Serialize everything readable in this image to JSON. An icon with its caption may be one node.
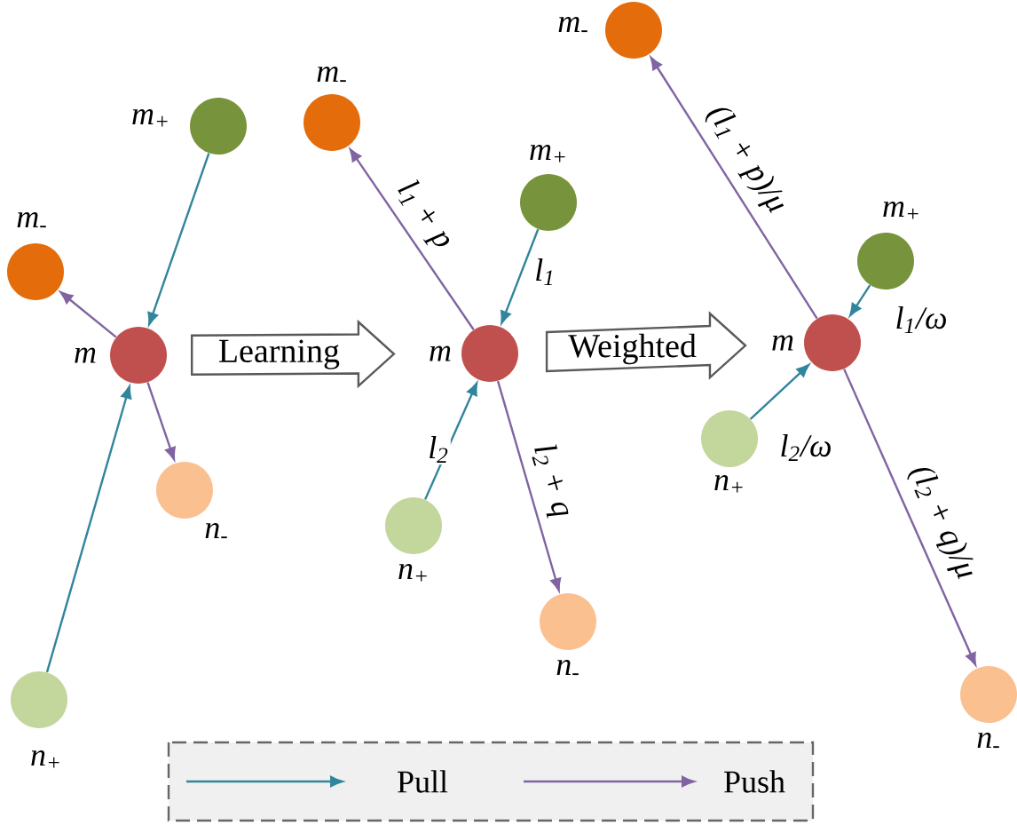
{
  "diagram": {
    "nodes": [
      {
        "text": [],
        "shape": "circle",
        "beside": [
          "m$_{+}$"
        ]
      },
      {
        "text": [],
        "shape": "circle",
        "beside": [
          "m$_{-}$"
        ]
      },
      {
        "text": [],
        "shape": "circle",
        "beside": [
          "m"
        ]
      },
      {
        "text": [],
        "shape": "circle",
        "beside": [
          "n$_{-}$"
        ]
      },
      {
        "text": [],
        "shape": "circle",
        "beside": [
          "n$_{+}$"
        ]
      },
      {
        "text": [],
        "shape": "circle",
        "beside": [
          "m$_{-}$"
        ]
      },
      {
        "text": [],
        "shape": "circle",
        "beside": [
          "m$_{+}$"
        ]
      },
      {
        "text": [],
        "shape": "circle",
        "beside": [
          "m"
        ]
      },
      {
        "text": [],
        "shape": "circle",
        "beside": [
          "n$_{+}$"
        ]
      },
      {
        "text": [],
        "shape": "circle",
        "beside": [
          "n$_{-}$"
        ]
      },
      {
        "text": [],
        "shape": "circle",
        "beside": [
          "m$_{-}$"
        ]
      },
      {
        "text": [],
        "shape": "circle",
        "beside": [
          "m$_{+}$"
        ]
      },
      {
        "text": [],
        "shape": "circle",
        "beside": [
          "m"
        ]
      },
      {
        "text": [],
        "shape": "circle",
        "beside": [
          "n$_{+}$"
        ]
      },
      {
        "text": [],
        "shape": "circle",
        "beside": [
          "n$_{-}$"
        ]
      }
    ],
    "edges": [
      {
        "from": 0,
        "to": 2,
        "arrow": "to",
        "color": "#31859c"
      },
      {
        "from": 4,
        "to": 2,
        "arrow": "to",
        "color": "#31859c"
      },
      {
        "from": 2,
        "to": 1,
        "arrow": "to",
        "color": "#8064a2"
      },
      {
        "from": 2,
        "to": 3,
        "arrow": "to",
        "color": "#8064a2"
      },
      {
        "from": 7,
        "to": 5,
        "arrow": "to",
        "color": "#8064a2",
        "label": "l$_{1}$ + p"
      },
      {
        "from": 6,
        "to": 7,
        "arrow": "to",
        "color": "#31859c",
        "label": "l$_{1}$"
      },
      {
        "from": 8,
        "to": 7,
        "arrow": "to",
        "color": "#31859c",
        "label": "l$_{2}$"
      },
      {
        "from": 7,
        "to": 9,
        "arrow": "to",
        "color": "#8064a2",
        "label": "l$_{2}$ + q"
      },
      {
        "from": 12,
        "to": 10,
        "arrow": "to",
        "color": "#8064a2",
        "label": "(l$_{1}$ + p)/μ"
      },
      {
        "from": 11,
        "to": 12,
        "arrow": "to",
        "color": "#31859c",
        "label": "l$_{1}$/ω"
      },
      {
        "from": 13,
        "to": 12,
        "arrow": "to",
        "color": "#31859c",
        "label": "l$_{2}$/ω"
      },
      {
        "from": 12,
        "to": 14,
        "arrow": "to",
        "color": "#8064a2",
        "label": "(l$_{2}$ + q)/μ"
      },
      {
        "from": 2,
        "to": 7,
        "arrow": "to",
        "style": "thick",
        "color": "#595959",
        "label": "Learning"
      },
      {
        "from": 7,
        "to": 12,
        "arrow": "to",
        "style": "thick",
        "color": "#595959",
        "label": "Weighted"
      }
    ],
    "legend": [
      {
        "text": "Pull"
      },
      {
        "text": "Push"
      }
    ]
  }
}
